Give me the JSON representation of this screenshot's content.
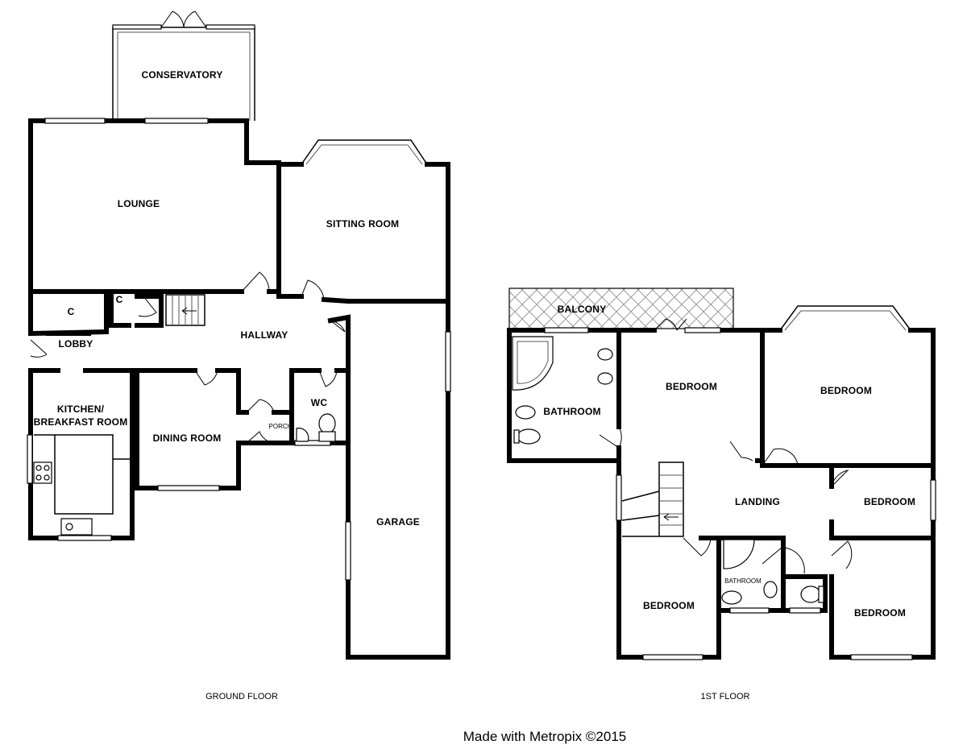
{
  "ground_floor": {
    "caption": "GROUND FLOOR",
    "rooms": {
      "conservatory": "CONSERVATORY",
      "lounge": "LOUNGE",
      "sitting_room": "SITTING ROOM",
      "cupboard_1": "C",
      "cupboard_2": "C",
      "lobby": "LOBBY",
      "hallway": "HALLWAY",
      "kitchen_line1": "KITCHEN/",
      "kitchen_line2": "BREAKFAST ROOM",
      "dining_room": "DINING ROOM",
      "porch": "PORCH",
      "wc": "WC",
      "garage": "GARAGE"
    }
  },
  "first_floor": {
    "caption": "1ST FLOOR",
    "rooms": {
      "balcony": "BALCONY",
      "bathroom_main": "BATHROOM",
      "bedroom_a": "BEDROOM",
      "bedroom_b": "BEDROOM",
      "landing": "LANDING",
      "bedroom_c": "BEDROOM",
      "bathroom_small": "BATHROOM",
      "bedroom_d": "BEDROOM",
      "bedroom_e": "BEDROOM"
    }
  },
  "credit": "Made with Metropix ©2015"
}
